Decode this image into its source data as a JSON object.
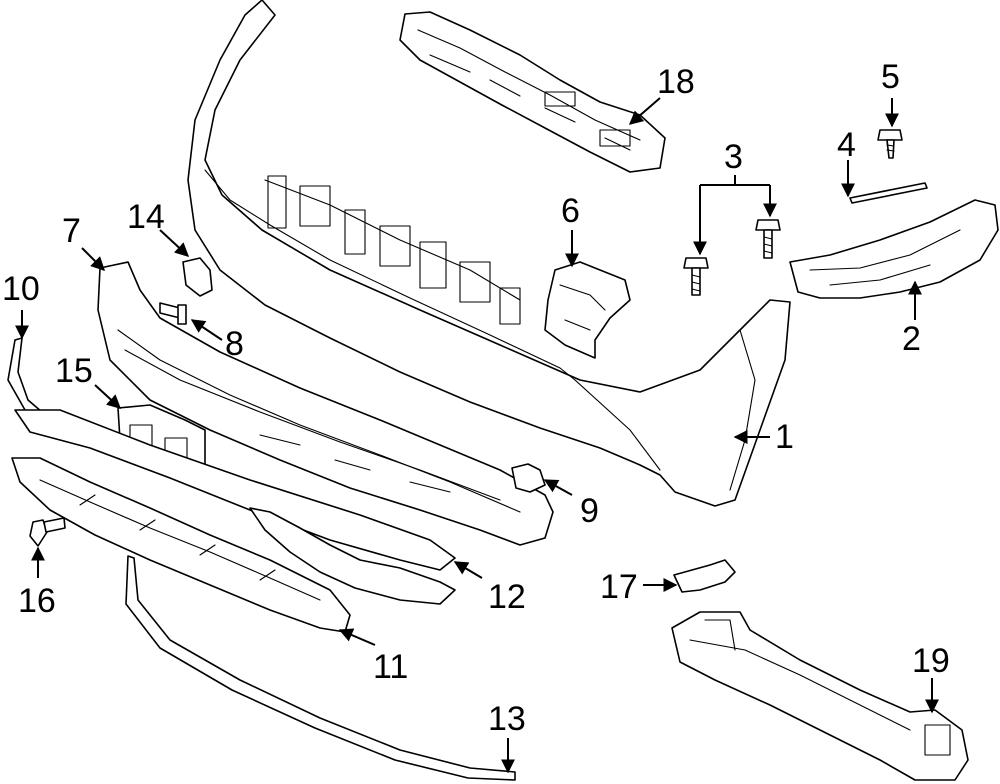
{
  "colors": {
    "line": "#000000",
    "background": "#ffffff"
  },
  "callouts": [
    "1",
    "2",
    "3",
    "4",
    "5",
    "6",
    "7",
    "8",
    "9",
    "10",
    "11",
    "12",
    "13",
    "14",
    "15",
    "16",
    "17",
    "18",
    "19"
  ]
}
